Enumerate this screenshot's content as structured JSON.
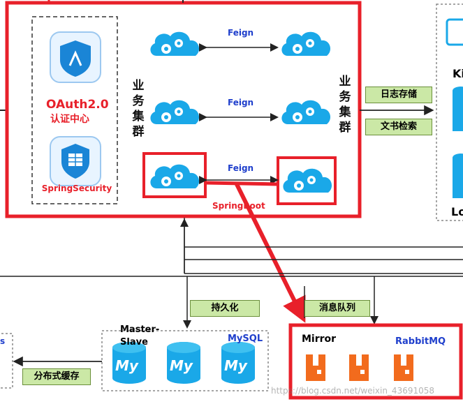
{
  "auth": {
    "title": "OAuth2.0",
    "subtitle": "认证中心",
    "security": "SpringSecurity"
  },
  "cluster": {
    "left_label": "业务集群",
    "right_label": "业务集群",
    "framework": "SpringBoot"
  },
  "links": {
    "feign_1": "Feign",
    "feign_2": "Feign",
    "feign_3": "Feign"
  },
  "right_tags": {
    "log": "日志存储",
    "search": "文书检索"
  },
  "right_panel": {
    "ki": "Ki",
    "lo": "Lo"
  },
  "persistence": {
    "label": "持久化"
  },
  "mq": {
    "label": "消息队列",
    "mirror": "Mirror",
    "name": "RabbitMQ"
  },
  "db": {
    "master_slave": "Master-Slave",
    "name": "MySQL",
    "logo": "My"
  },
  "cache": {
    "label": "分布式缓存",
    "edge": "s"
  },
  "watermark": "https://blog.csdn.net/weixin_43691058",
  "colors": {
    "red": "#e8202a",
    "cloud": "#1aa8e8",
    "green": "#cbe8a6",
    "rabbit": "#f26b1d",
    "mysql": "#1aa8e8"
  }
}
